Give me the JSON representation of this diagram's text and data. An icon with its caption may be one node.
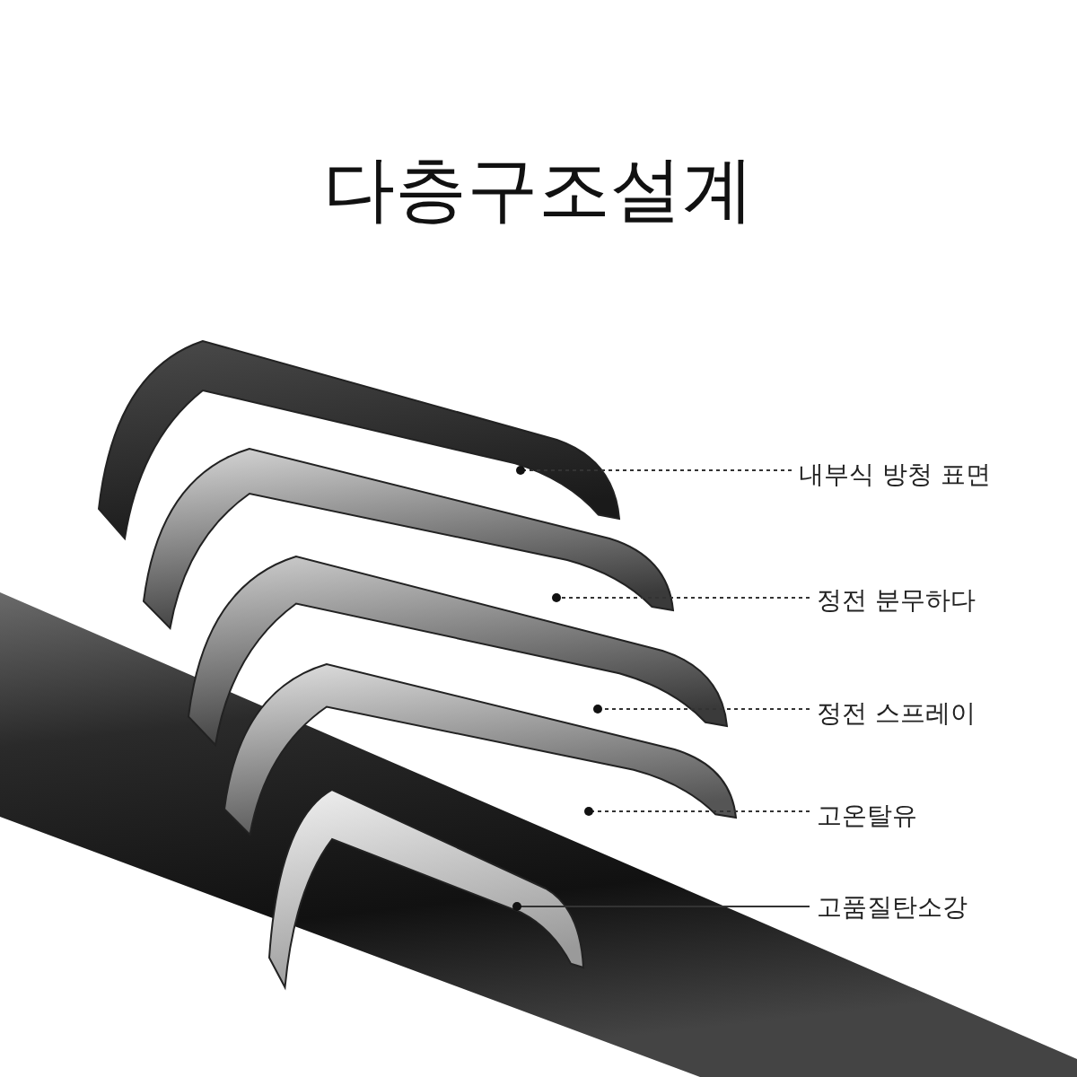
{
  "diagram": {
    "title": "다층구조설계",
    "nodes": [
      {
        "text": [
          "내부식 방청 표면"
        ]
      },
      {
        "text": [
          "정전 분무하다"
        ]
      },
      {
        "text": [
          "정전 스프레이"
        ]
      },
      {
        "text": [
          "고온탈유"
        ]
      },
      {
        "text": [
          "고품질탄소강"
        ]
      },
      {
        "text": [],
        "shape": "picture"
      },
      {
        "text": [],
        "shape": "picture"
      },
      {
        "text": [],
        "shape": "picture"
      },
      {
        "text": [],
        "shape": "picture"
      },
      {
        "text": [],
        "shape": "picture"
      }
    ],
    "edges": [
      {
        "from": 0,
        "to": 5,
        "arrow": "other",
        "style": "dashed"
      },
      {
        "from": 1,
        "to": 6,
        "arrow": "other",
        "style": "dashed"
      },
      {
        "from": 2,
        "to": 7,
        "arrow": "other",
        "style": "dashed"
      },
      {
        "from": 3,
        "to": 8,
        "arrow": "other",
        "style": "dashed"
      },
      {
        "from": 4,
        "to": 9,
        "arrow": "other"
      }
    ]
  }
}
